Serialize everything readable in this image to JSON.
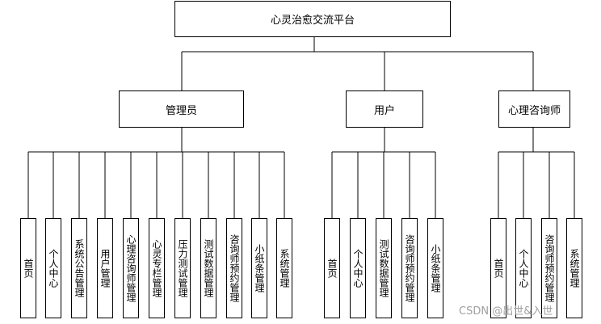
{
  "diagram": {
    "root": {
      "label": "心灵治愈交流平台"
    },
    "roles": [
      {
        "label": "管理员",
        "leaves": [
          "首页",
          "个人中心",
          "系统公告管理",
          "用户管理",
          "心理咨询师管理",
          "心灵专栏管理",
          "压力测试管理",
          "测试数据管理",
          "咨询师预约管理",
          "小纸条管理",
          "系统管理"
        ]
      },
      {
        "label": "用户",
        "leaves": [
          "首页",
          "个人中心",
          "测试数据管理",
          "咨询师预约管理",
          "小纸条管理"
        ]
      },
      {
        "label": "心理咨询师",
        "leaves": [
          "首页",
          "个人中心",
          "咨询师预约管理",
          "系统管理"
        ]
      }
    ]
  },
  "watermark": "CSDN @出世&入世"
}
